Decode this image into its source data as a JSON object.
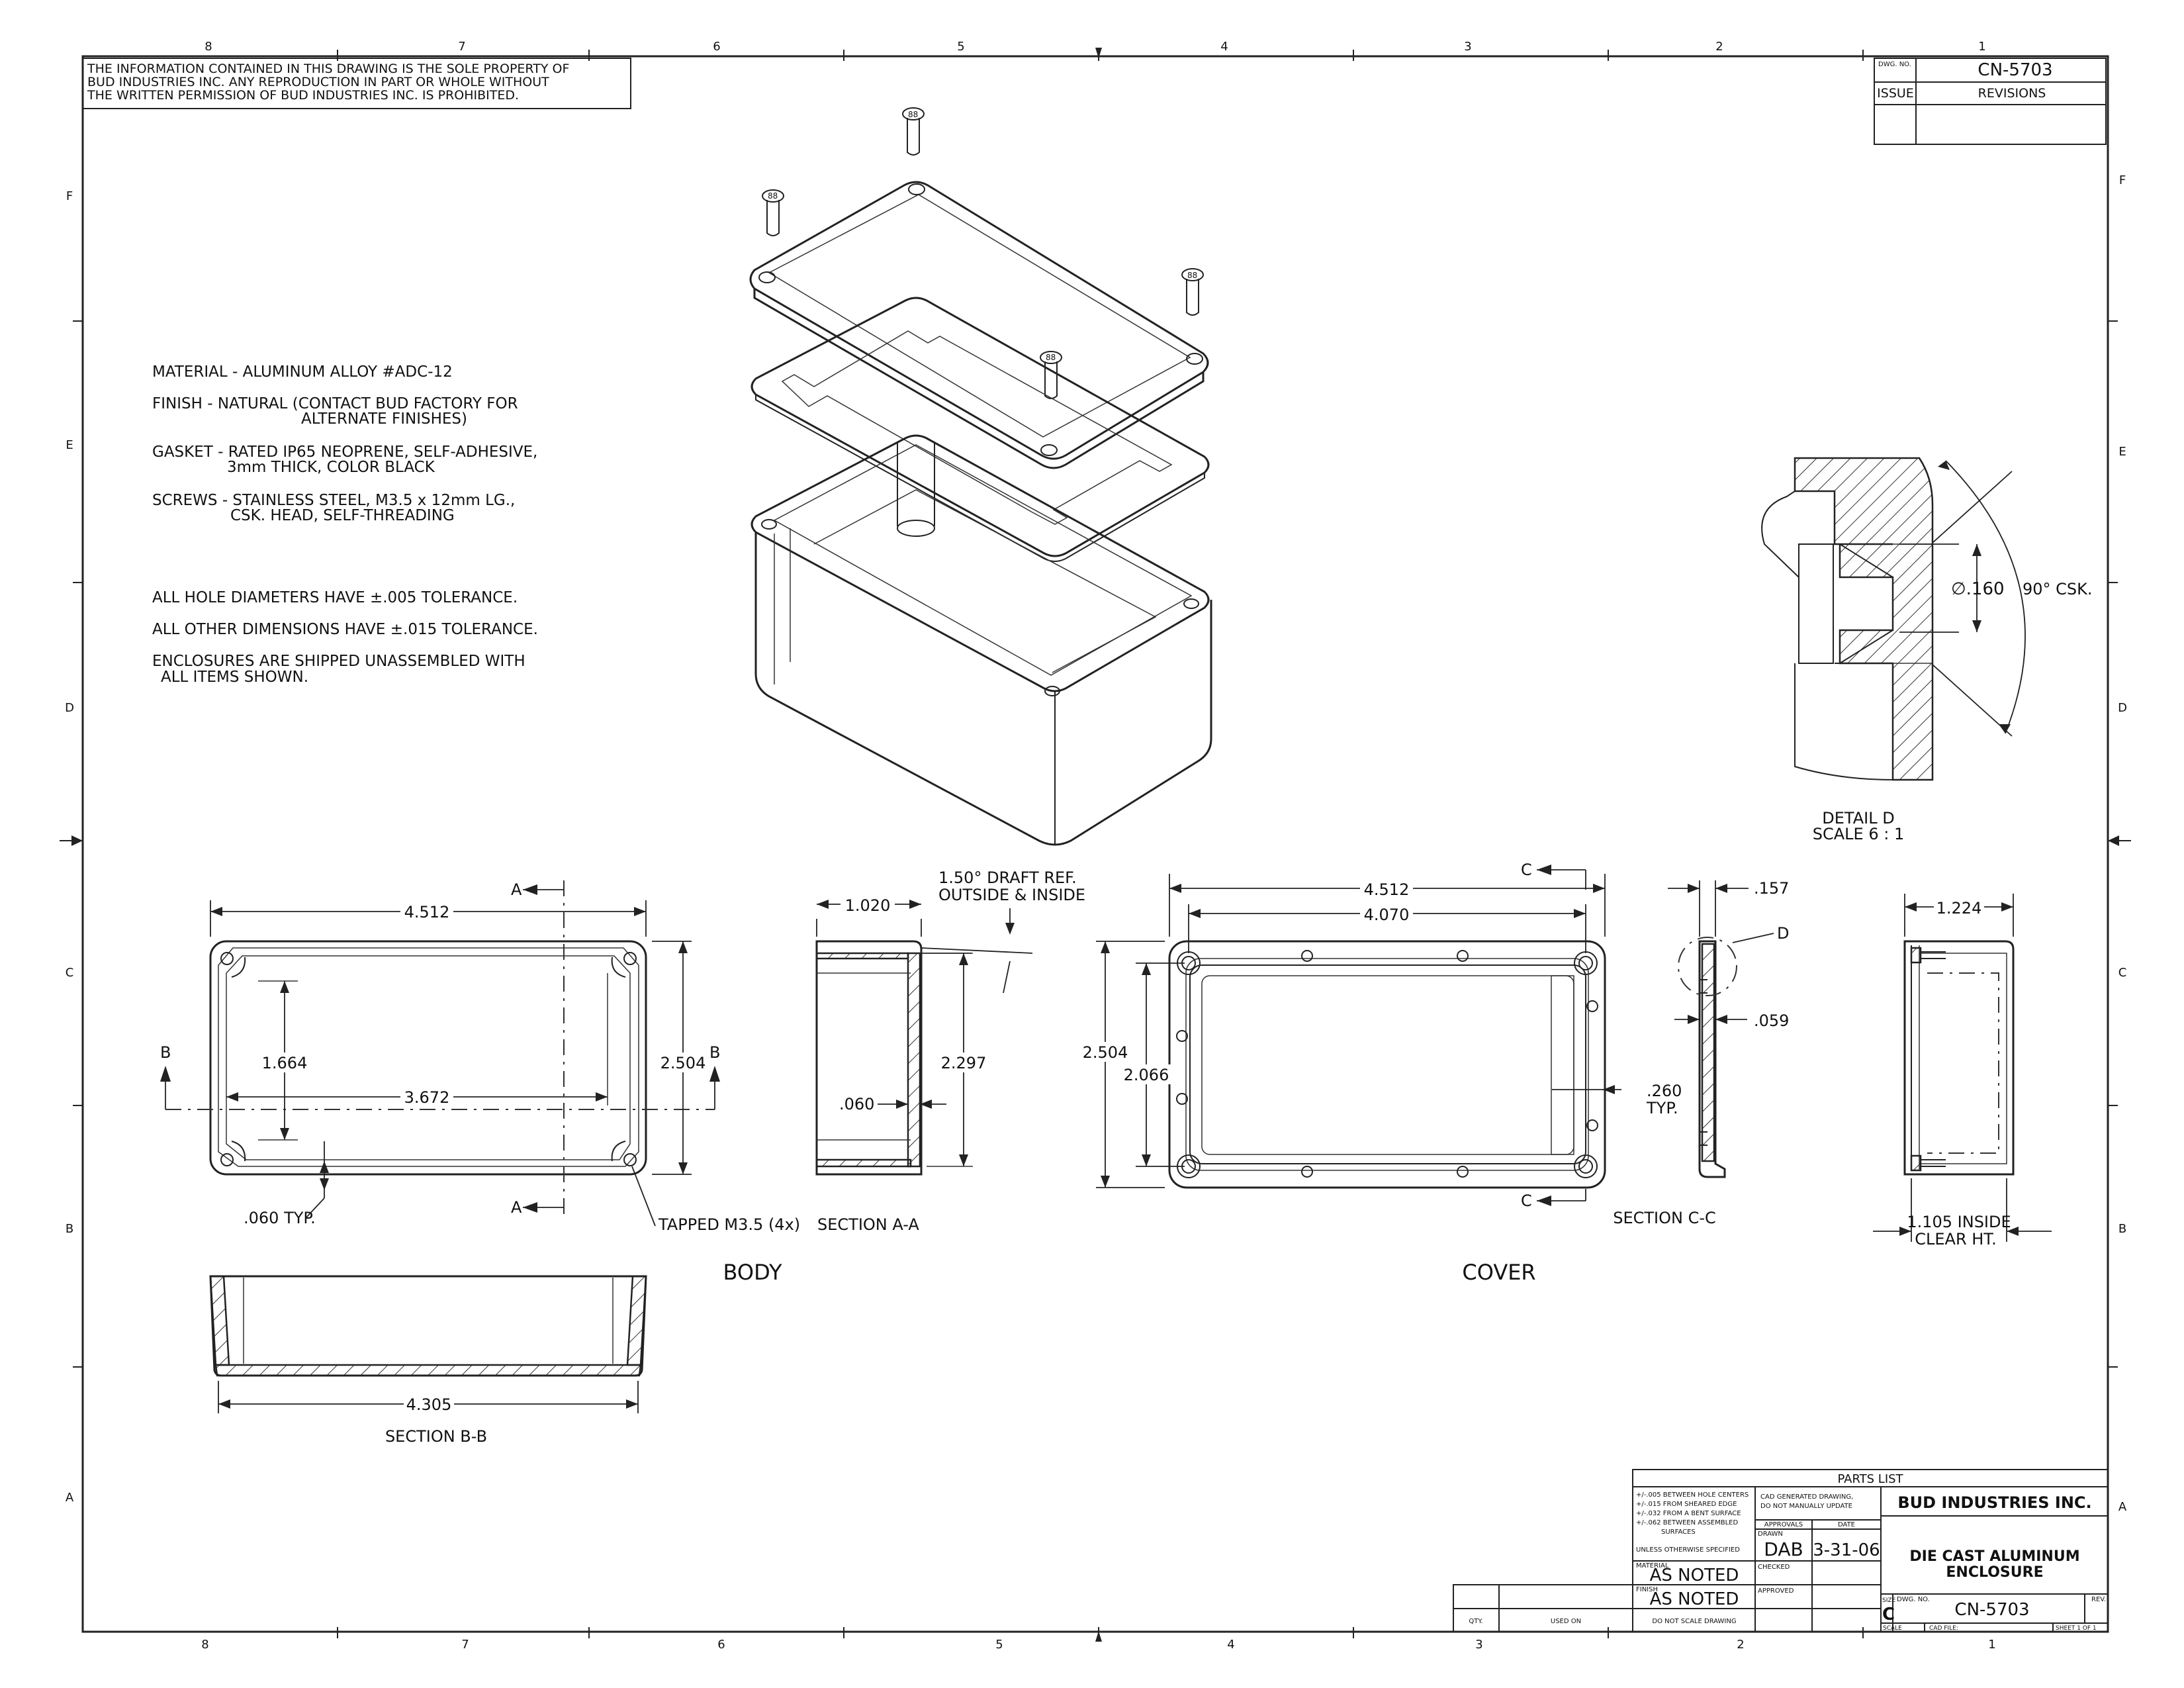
{
  "notice": [
    "THE INFORMATION CONTAINED IN THIS DRAWING IS THE SOLE PROPERTY OF",
    "BUD INDUSTRIES INC. ANY REPRODUCTION IN PART OR WHOLE WITHOUT",
    "THE WRITTEN PERMISSION OF BUD INDUSTRIES INC. IS PROHIBITED."
  ],
  "zones": {
    "columns": [
      "8",
      "7",
      "6",
      "5",
      "4",
      "3",
      "2",
      "1"
    ],
    "rows": [
      "F",
      "E",
      "D",
      "C",
      "B",
      "A"
    ]
  },
  "revision_block": {
    "dwg_no_label": "DWG. NO.",
    "dwg_no": "CN-5703",
    "issue_label": "ISSUE",
    "revisions_label": "REVISIONS"
  },
  "notes": {
    "material": "MATERIAL - ALUMINUM ALLOY #ADC-12",
    "finish_1": "FINISH - NATURAL  (CONTACT BUD FACTORY FOR",
    "finish_2": "ALTERNATE FINISHES)",
    "gasket_1": "GASKET - RATED IP65 NEOPRENE, SELF-ADHESIVE,",
    "gasket_2": "3mm THICK, COLOR BLACK",
    "screws_1": "SCREWS - STAINLESS STEEL, M3.5 x 12mm LG.,",
    "screws_2": "CSK. HEAD, SELF-THREADING",
    "holes": "ALL HOLE DIAMETERS HAVE ±.005 TOLERANCE.",
    "dims": "ALL OTHER DIMENSIONS HAVE ±.015 TOLERANCE.",
    "shipped_1": "ENCLOSURES ARE SHIPPED UNASSEMBLED WITH",
    "shipped_2": "ALL ITEMS SHOWN."
  },
  "detail_d": {
    "diameter": "∅.160",
    "csk": "90° CSK.",
    "title": "DETAIL D",
    "scale": "SCALE 6 : 1"
  },
  "body_view": {
    "width": "4.512",
    "inner_width": "3.672",
    "height": "2.504",
    "inner_height": "1.664",
    "wall": ".060 TYP.",
    "tapped": "TAPPED M3.5 (4x)",
    "label": "BODY",
    "sect_a": "A",
    "sect_b": "B"
  },
  "section_aa": {
    "depth": "1.020",
    "draft_1": "1.50° DRAFT REF.",
    "draft_2": "OUTSIDE & INSIDE",
    "inner_height": "2.297",
    "wall": ".060",
    "label": "SECTION A-A"
  },
  "section_bb": {
    "length": "4.305",
    "label": "SECTION B-B"
  },
  "cover_view": {
    "width": "4.512",
    "hole_spacing": "4.070",
    "height": "2.504",
    "hole_spacing_v": "2.066",
    "lip": ".260",
    "lip_typ": "TYP.",
    "sect_c": "C",
    "label": "COVER"
  },
  "section_cc": {
    "thickness": ".157",
    "lip": ".059",
    "detail_ref": "D",
    "label": "SECTION C-C"
  },
  "side_view": {
    "depth": "1.224",
    "inside_1": "1.105 INSIDE",
    "inside_2": "CLEAR HT."
  },
  "title_block": {
    "parts_list": "PARTS  LIST",
    "tol_1": "+/-.005 BETWEEN HOLE CENTERS",
    "tol_2": "+/-.015 FROM SHEARED EDGE",
    "tol_3": "+/-.032 FROM A BENT SURFACE",
    "tol_4": "+/-.062 BETWEEN ASSEMBLED",
    "tol_5": "SURFACES",
    "unless": "UNLESS OTHERWISE SPECIFIED",
    "material_label": "MATERIAL",
    "material": "AS NOTED",
    "finish_label": "FINISH",
    "finish": "AS NOTED",
    "cad_1": "CAD GENERATED DRAWING,",
    "cad_2": "DO  NOT MANUALLY  UPDATE",
    "approvals": "APPROVALS",
    "date_label": "DATE",
    "drawn_label": "DRAWN",
    "drawn": "DAB",
    "date": "3-31-06",
    "checked": "CHECKED",
    "approved": "APPROVED",
    "company": "BUD INDUSTRIES INC.",
    "title_1": "DIE CAST ALUMINUM",
    "title_2": "ENCLOSURE",
    "size_label": "SIZE",
    "size": "C",
    "dwg_no_label": "DWG. NO.",
    "dwg_no": "CN-5703",
    "rev_label": "REV.",
    "scale_label": "SCALE",
    "cad_file": "CAD FILE:",
    "sheet": "SHEET  1  OF  1",
    "qty": "QTY.",
    "used_on": "USED ON",
    "do_not_scale": "DO  NOT SCALE DRAWING"
  }
}
